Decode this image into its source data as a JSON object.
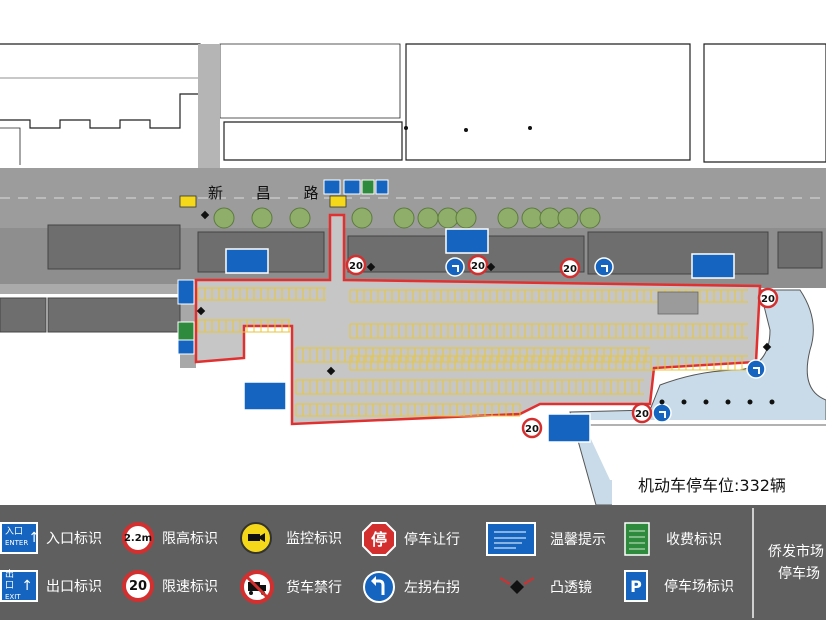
{
  "map": {
    "road_name": "新 昌 路",
    "capacity_label": "机动车停车位:332辆",
    "colors": {
      "lot_fill": "#c6c6c6",
      "lot_border": "#e03030",
      "stall_lines": "#e8c63a",
      "water": "#c9dbe8",
      "road": "#9a9a9a",
      "building": "#7a7a7a",
      "sign_blue": "#1565c0",
      "tree": "#8fae6a"
    },
    "speed_limit_value": "20"
  },
  "legend": {
    "items": [
      {
        "label": "入口标识",
        "icon": "entrance-sign-icon",
        "sign_text_top": "入口",
        "sign_text_bottom": "ENTER"
      },
      {
        "label": "限高标识",
        "icon": "height-limit-icon",
        "sign_text": "2.2m"
      },
      {
        "label": "监控标识",
        "icon": "surveillance-camera-icon"
      },
      {
        "label": "停车让行",
        "icon": "stop-sign-icon",
        "sign_text": "停"
      },
      {
        "label": "温馨提示",
        "icon": "notice-board-icon"
      },
      {
        "label": "收费标识",
        "icon": "toll-sign-icon"
      },
      {
        "label": "出口标识",
        "icon": "exit-sign-icon",
        "sign_text_top": "出口",
        "sign_text_bottom": "EXIT"
      },
      {
        "label": "限速标识",
        "icon": "speed-limit-icon",
        "sign_text": "20"
      },
      {
        "label": "货车禁行",
        "icon": "no-trucks-icon"
      },
      {
        "label": "左拐右拐",
        "icon": "turn-arrow-icon"
      },
      {
        "label": "凸透镜",
        "icon": "convex-mirror-icon"
      },
      {
        "label": "停车场标识",
        "icon": "parking-sign-icon",
        "sign_text": "P"
      }
    ]
  },
  "title_block": {
    "line1": "侨发市场",
    "line2": "停车场"
  }
}
